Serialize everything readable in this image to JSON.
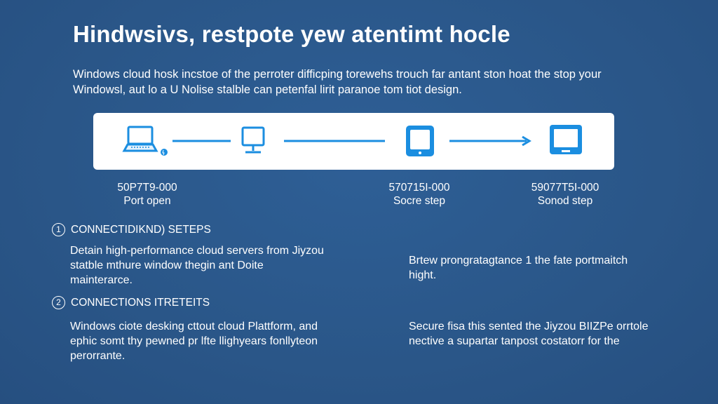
{
  "title": "Hindwsivs, restpote yew atentimt hocle",
  "intro": {
    "line1": "Windows cloud hosk incstoe of the perroter difficping torewehs trouch far antant ston hoat the stop your",
    "line2": "Windowsl, aut lo a U Nolise stalble can petenfal lirit paranoe tom tiot design."
  },
  "diagram": {
    "icons": [
      "laptop-icon",
      "desktop-monitor-icon",
      "tablet-icon",
      "monitor-icon"
    ],
    "accent_color": "#1b8ee0"
  },
  "steps": [
    {
      "code": "50P7T9-000",
      "name": "Port open"
    },
    {
      "code": "570715I-000",
      "name": "Socre step"
    },
    {
      "code": "59077T5I-000",
      "name": "Sonod step"
    }
  ],
  "sections": [
    {
      "number": "1",
      "heading": "CONNECTIDIKND) SETEPS",
      "left_lines": [
        "Detain high-performance cloud servers from Jiyzou",
        "statble mthure window thegin ant Doite",
        "mainterarce."
      ],
      "right_lines": [
        "Brtew prongratagtance 1 the fate portmaitch",
        "hight."
      ]
    },
    {
      "number": "2",
      "heading": "CONNECTIONS ITRETEITS",
      "left_lines": [
        "Windows ciote desking cttout cloud Plattform, and",
        "ephic somt thy pewned pr lfte llighyears fonllyteon",
        "perorrante."
      ],
      "right_lines": [
        "Secure fisa this sented the Jiyzou BIIZPe orrtole",
        "nective a supartar tanpost costatorr for the"
      ]
    }
  ]
}
